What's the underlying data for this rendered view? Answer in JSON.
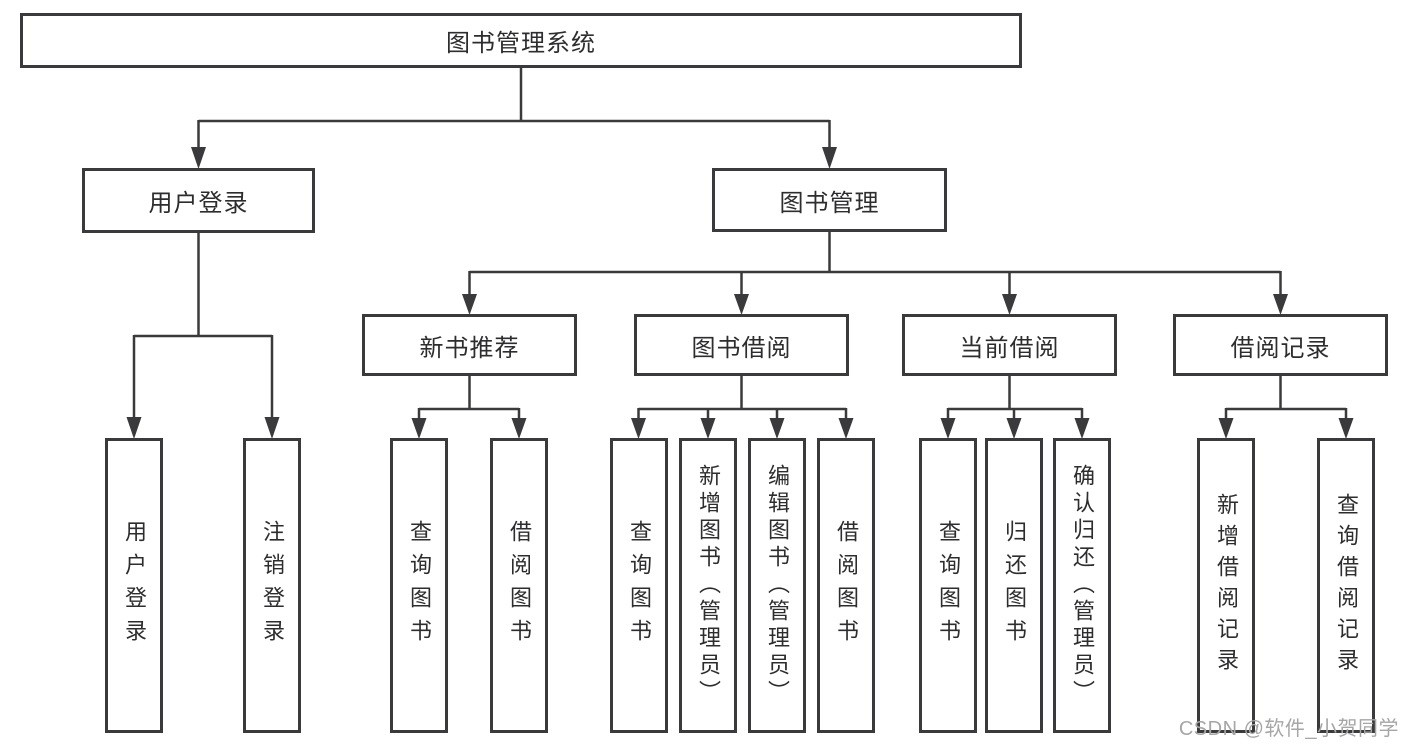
{
  "tree": {
    "label": "图书管理系统",
    "children": [
      {
        "label": "用户登录",
        "children": [
          {
            "label": "用户登录"
          },
          {
            "label": "注销登录"
          }
        ]
      },
      {
        "label": "图书管理",
        "children": [
          {
            "label": "新书推荐",
            "children": [
              {
                "label": "查询图书"
              },
              {
                "label": "借阅图书"
              }
            ]
          },
          {
            "label": "图书借阅",
            "children": [
              {
                "label": "查询图书"
              },
              {
                "label": "新增图书（管理员）"
              },
              {
                "label": "编辑图书（管理员）"
              },
              {
                "label": "借阅图书"
              }
            ]
          },
          {
            "label": "当前借阅",
            "children": [
              {
                "label": "查询图书"
              },
              {
                "label": "归还图书"
              },
              {
                "label": "确认归还（管理员）"
              }
            ]
          },
          {
            "label": "借阅记录",
            "children": [
              {
                "label": "新增借阅记录"
              },
              {
                "label": "查询借阅记录"
              }
            ]
          }
        ]
      }
    ]
  },
  "watermark": {
    "text": "CSDN @软件_小贺同学"
  },
  "colors": {
    "line": "#3a3a3c",
    "box_border": "#3a3a3c",
    "text": "#2d2d2f",
    "watermark": "#a6a6a6",
    "background": "#ffffff"
  }
}
